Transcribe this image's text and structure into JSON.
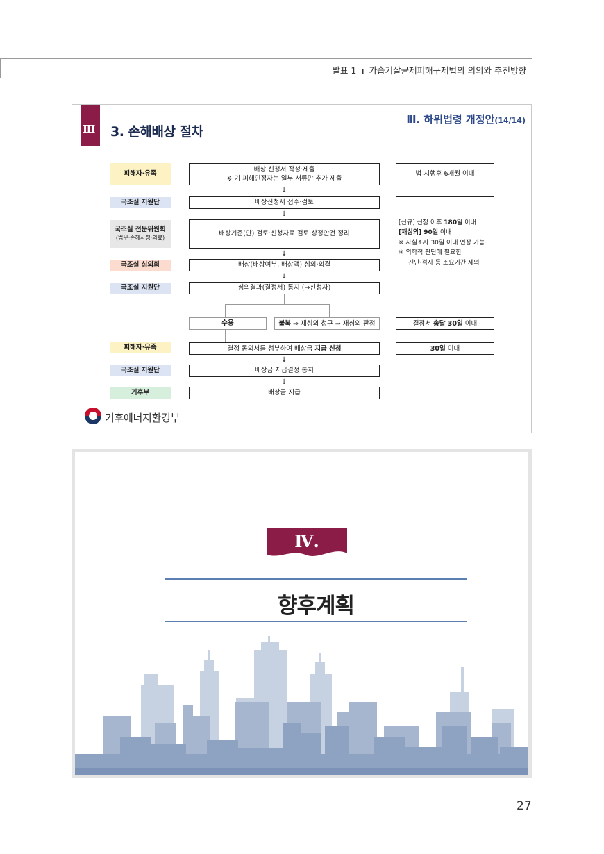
{
  "running_header": {
    "part": "발표 1",
    "separator": "ı",
    "title": "가습기살균제피해구제법의 의의와 추진방향"
  },
  "slide1": {
    "section_numeral": "Ⅲ",
    "title": "3. 손해배상 절차",
    "section_label": "Ⅲ. 하위법령 개정안",
    "page_indicator": "(14/14)",
    "labels": {
      "victim1": "피해자·유족",
      "support1": "국조실 지원단",
      "committee": "국조실 전문위원회",
      "committee_note": "(법무·손해사정·의료)",
      "council": "국조실 심의회",
      "support2": "국조실 지원단",
      "victim2": "피해자·유족",
      "support3": "국조실 지원단",
      "ministry": "기후부"
    },
    "steps": {
      "s1_line1": "배상 신청서 작성·제출",
      "s1_line2": "※ 기 피해인정자는 일부 서류만 추가 제출",
      "s2": "배상신청서 접수·검토",
      "s3": "배상기준(안) 검토·신청자료 검토·상정안건 정리",
      "s4": "배상(배상여부, 배상액) 심의·의결",
      "s5": "심의결과(결정서) 통지 (→신청자)",
      "accept": "수용",
      "reject_bold": "불복",
      "reject_rest": " ⇒ 재심의 청구 ⇒ 재심의 판정",
      "s6_pre": "결정 동의서를 첨부하여 배상금 ",
      "s6_bold": "지급 신청",
      "s7": "배상금 지급결정 통지",
      "s8": "배상금 지급"
    },
    "side": {
      "top": "법 시행후 6개월 이내",
      "new_bracket": "[신규]",
      "new_text": " 신청 이후 ",
      "new_days": "180일",
      "new_tail": " 이내",
      "re_bracket": "[재심의]",
      "re_days": " 90일",
      "re_tail": " 이내",
      "note1": "※ 사실조사 30일 이내 연장 가능",
      "note2": "※ 의학적 판단에 필요한",
      "note3": "진단·검사 등 소요기간 제외",
      "decision_pre": "결정서 ",
      "decision_bold": "송달 30일",
      "decision_tail": " 이내",
      "payment_bold": "30일",
      "payment_tail": " 이내"
    },
    "arrow": "↓",
    "logo_text": "기후에너지환경부"
  },
  "slide2": {
    "numeral": "Ⅳ.",
    "title": "향후계획"
  },
  "page_number": "27",
  "colors": {
    "maroon": "#8b1c47",
    "navy": "#1c2b50",
    "rule_blue": "#5c7eb0"
  }
}
